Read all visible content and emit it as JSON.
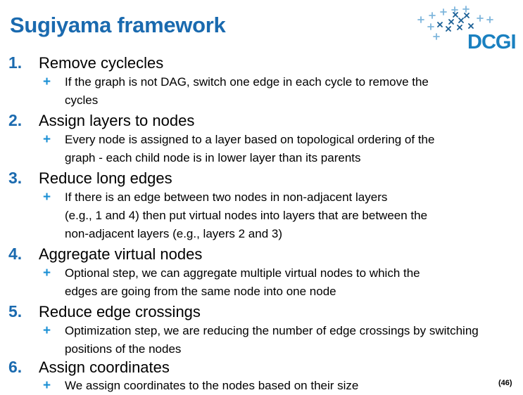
{
  "slide": {
    "title": "Sugiyama framework",
    "logo_text": "DCGI",
    "page_number": "(46)"
  },
  "steps": [
    {
      "number": "1.",
      "heading": "Remove cyclecles",
      "detail_lines": [
        "If the graph is not DAG, switch one edge in each cycle to remove the",
        "cycles"
      ]
    },
    {
      "number": "2.",
      "heading": "Assign layers to nodes",
      "detail_lines": [
        "Every node is assigned to a layer based on topological ordering of the",
        "graph - each child node is in lower layer than its parents"
      ]
    },
    {
      "number": "3.",
      "heading": "Reduce long edges",
      "detail_lines": [
        "If there is an edge between two nodes in non-adjacent layers",
        "(e.g., 1 and 4) then put virtual nodes into layers  that are between the",
        "non-adjacent layers (e.g., layers 2 and 3)"
      ]
    },
    {
      "number": "4.",
      "heading": "Aggregate virtual nodes",
      "detail_lines": [
        "Optional step, we can aggregate multiple virtual nodes to which the",
        "edges are going from the same node into one node"
      ]
    },
    {
      "number": "5.",
      "heading": "Reduce edge crossings",
      "detail_lines": [
        "Optimization step, we are reducing the number of edge crossings by switching",
        "positions of the nodes"
      ]
    },
    {
      "number": "6.",
      "heading": "Assign coordinates",
      "detail_lines": [
        "We assign coordinates to the nodes based on their size"
      ]
    }
  ],
  "colors": {
    "title": "#1a6aaf",
    "numbers": "#1a6aaf",
    "bullets": "#1a8fd4",
    "logo": "#1a80c0"
  }
}
